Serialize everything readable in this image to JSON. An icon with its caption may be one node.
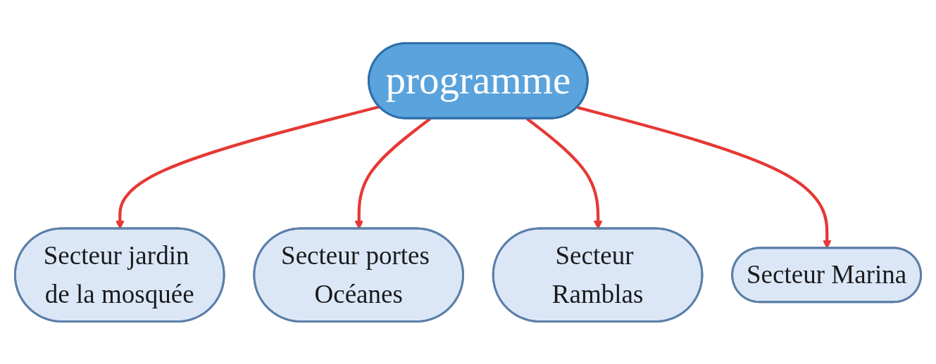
{
  "diagram": {
    "nodes": [
      {
        "text": [
          "programme"
        ]
      },
      {
        "text": [
          "Secteur jardin de la mosquée"
        ]
      },
      {
        "text": [
          "Secteur portes Océanes"
        ]
      },
      {
        "text": [
          "Secteur Ramblas"
        ]
      },
      {
        "text": [
          "Secteur Marina"
        ]
      }
    ],
    "edges": [
      {
        "from": 0,
        "to": 1,
        "arrow": "to"
      },
      {
        "from": 0,
        "to": 2,
        "arrow": "to"
      },
      {
        "from": 0,
        "to": 3,
        "arrow": "to"
      },
      {
        "from": 0,
        "to": 4,
        "arrow": "to"
      }
    ]
  }
}
